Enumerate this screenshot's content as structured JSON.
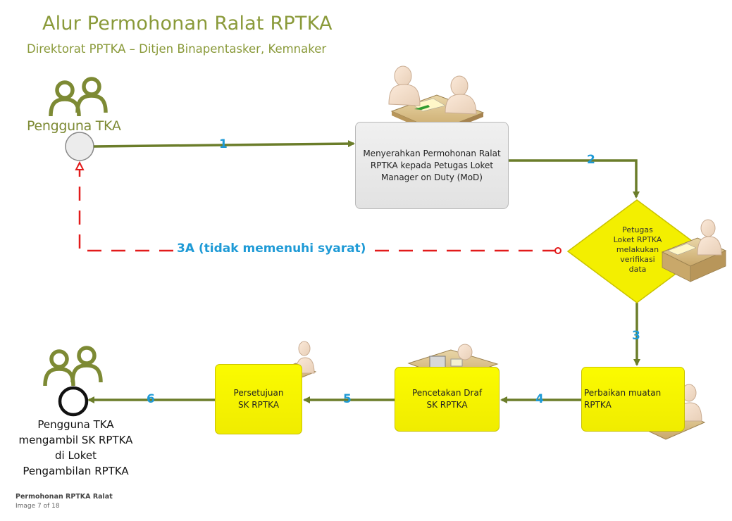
{
  "header": {
    "title": "Alur Permohonan Ralat RPTKA",
    "subtitle": "Direktorat PPTKA – Ditjen Binapentasker, Kemnaker"
  },
  "actor": {
    "label": "Pengguna TKA"
  },
  "end": {
    "lines": [
      "Pengguna TKA",
      "mengambil SK RPTKA",
      "di Loket",
      "Pengambilan RPTKA"
    ]
  },
  "steps": {
    "submit": "Menyerahkan Permohonan Ralat RPTKA kepada Petugas Loket Manager on Duty (MoD)",
    "verify_lines": [
      "Petugas",
      "Loket RPTKA",
      "melakukan",
      "verifikasi",
      "data"
    ],
    "edit_lines": [
      "Perbaikan muatan",
      "RPTKA"
    ],
    "print_lines": [
      "Pencetakan Draf",
      "SK RPTKA"
    ],
    "approve_lines": [
      "Persetujuan",
      "SK RPTKA"
    ]
  },
  "arrows": {
    "a1": "1",
    "a2": "2",
    "a3": "3",
    "a3a": "3A (tidak memenuhi syarat)",
    "a4": "4",
    "a5": "5",
    "a6": "6"
  },
  "colors": {
    "title": "#8a9a3a",
    "flow": "#6b7d2a",
    "reject": "#e21b1b",
    "step_number": "#1e9ad6",
    "task_yellow": "#f5f200",
    "task_grey": "#e6e6e6"
  },
  "footer": {
    "doc_title": "Permohonan RPTKA Ralat",
    "page": "Image 7 of 18"
  }
}
